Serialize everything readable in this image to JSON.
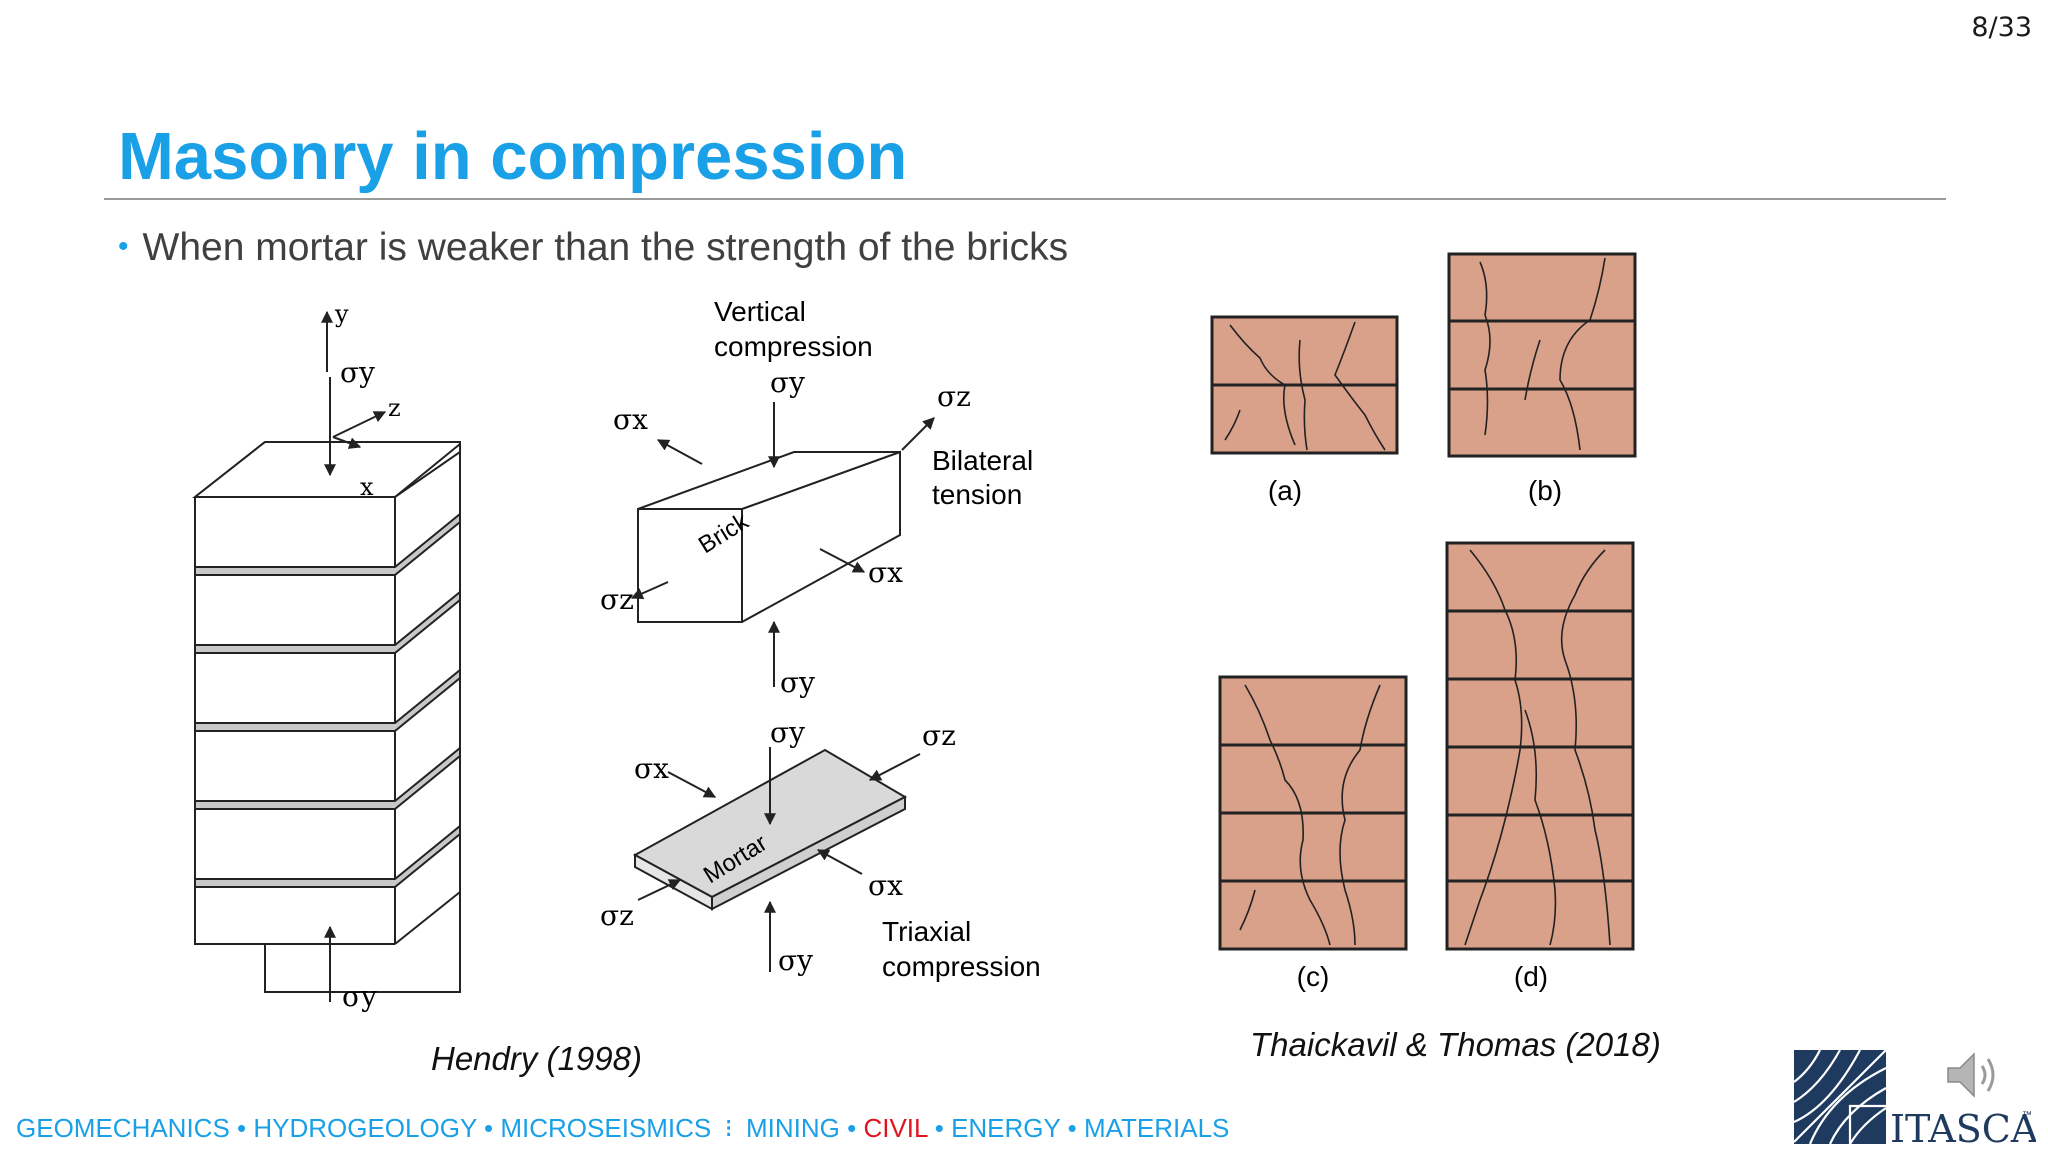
{
  "page_number": "8/33",
  "title": "Masonry in compression",
  "bullet": "When mortar is weaker than the strength of the bricks",
  "figure_left": {
    "caption": "Hendry (1998)",
    "axes": {
      "y": "y",
      "z": "z",
      "x": "x"
    },
    "labels": {
      "sigma_y": "σy",
      "sigma_x": "σx",
      "sigma_z": "σz",
      "vertical_compression_1": "Vertical",
      "vertical_compression_2": "compression",
      "bilateral_1": "Bilateral",
      "bilateral_2": "tension",
      "brick": "Brick",
      "mortar": "Mortar",
      "triaxial_1": "Triaxial",
      "triaxial_2": "compression"
    }
  },
  "figure_right": {
    "caption": "Thaickavil & Thomas (2018)",
    "panels": [
      "(a)",
      "(b)",
      "(c)",
      "(d)"
    ],
    "brick_color": "#d9a08a"
  },
  "footer": {
    "part1": "GEOMECHANICS • HYDROGEOLOGY • MICROSEISMICS",
    "separator": "⁝",
    "part2a": "MINING • ",
    "civil": "CIVIL",
    "part2b": " • ENERGY • MATERIALS"
  },
  "logo": {
    "text": "ITASCA",
    "tm": "™"
  },
  "icons": {
    "speaker": "speaker-icon"
  },
  "colors": {
    "accent": "#1aa0e6",
    "civil": "#e0141e"
  }
}
